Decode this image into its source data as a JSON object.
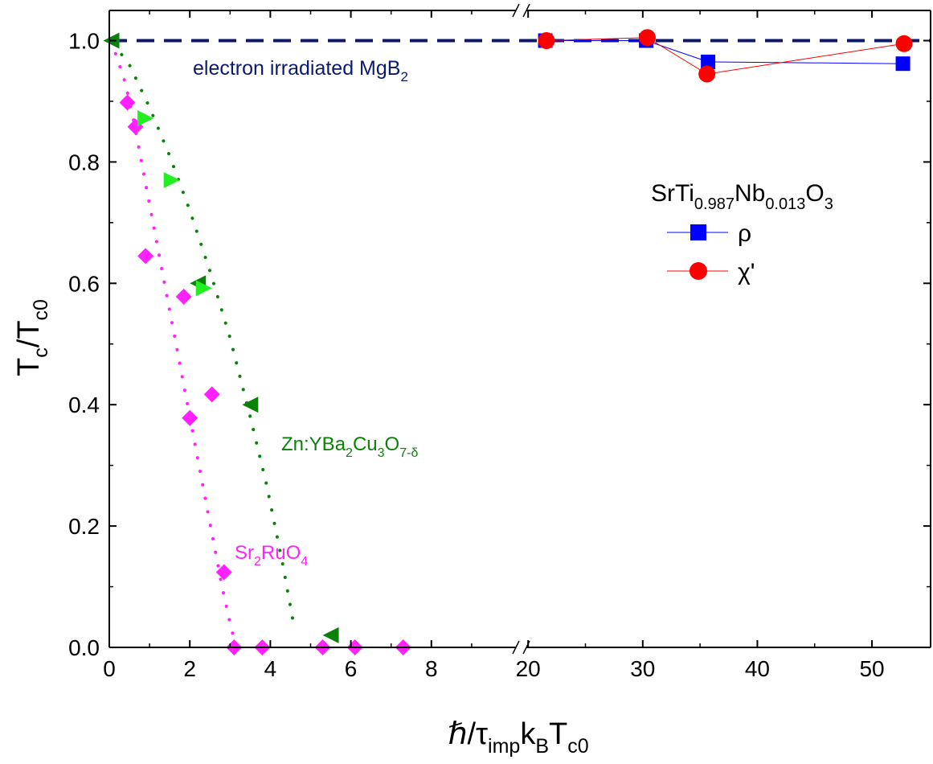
{
  "chart_data": {
    "type": "scatter",
    "xlabel_parts": [
      "ℏ/τ",
      "imp",
      "k",
      "B",
      "T",
      "c0"
    ],
    "ylabel_parts": [
      "T",
      "c",
      "/T",
      "c0"
    ],
    "ylim": [
      0,
      1.05
    ],
    "y_ticks": [
      "0.0",
      "0.2",
      "0.4",
      "0.6",
      "0.8",
      "1.0"
    ],
    "x_ticks_left": [
      "0",
      "2",
      "4",
      "6",
      "8"
    ],
    "x_ticks_right": [
      "20",
      "30",
      "40",
      "50"
    ],
    "xlim_left": [
      0,
      10
    ],
    "xlim_right": [
      19.5,
      55
    ],
    "axis_break": "between 10 and 19.5",
    "reference_line": {
      "y": 1.0,
      "style": "dashed",
      "color": "#0b1a6e"
    },
    "annotations": {
      "mgb2": [
        "electron irradiated MgB",
        "2"
      ],
      "ybco": [
        "Zn:YBa",
        "2",
        "Cu",
        "3",
        "O",
        "7-δ"
      ],
      "sro": [
        "Sr",
        "2",
        "RuO",
        "4"
      ]
    },
    "legend": {
      "title_parts": [
        "SrTi",
        "0.987",
        "Nb",
        "0.013",
        "O",
        "3"
      ],
      "entries": [
        "ρ",
        "χ'"
      ],
      "placement": "right"
    },
    "series": [
      {
        "name": "ρ",
        "color": "#0000ff",
        "marker": "square",
        "x": [
          21.5,
          30.3,
          35.7,
          52.7
        ],
        "y": [
          1.0,
          1.0,
          0.965,
          0.962
        ]
      },
      {
        "name": "χ'",
        "color": "#ff0000",
        "marker": "circle",
        "x": [
          21.6,
          30.4,
          35.6,
          52.8
        ],
        "y": [
          1.0,
          1.005,
          0.945,
          0.995
        ]
      },
      {
        "color": "#ff22ff",
        "marker": "diamond",
        "x": [
          0.45,
          0.65,
          0.9,
          1.85,
          2.0,
          2.55,
          2.85,
          3.1,
          3.8,
          5.3,
          6.1,
          7.3
        ],
        "y": [
          0.898,
          0.858,
          0.645,
          0.578,
          0.378,
          0.417,
          0.124,
          0.0,
          0.0,
          0.0,
          0.0,
          0.0
        ]
      },
      {
        "color": "#0a820a",
        "marker": "triangle-left",
        "x": [
          0.05,
          2.2,
          3.5,
          5.5
        ],
        "y": [
          1.0,
          0.6,
          0.4,
          0.02
        ]
      },
      {
        "color": "#22ee22",
        "marker": "triangle-right",
        "x": [
          0.9,
          1.55,
          2.35
        ],
        "y": [
          0.872,
          0.77,
          0.592
        ]
      }
    ],
    "guides": [
      {
        "color": "#ff22ff",
        "style": "dotted",
        "x": [
          0.05,
          0.2,
          0.4,
          0.6,
          0.8,
          1.0,
          1.2,
          1.4,
          1.6,
          1.8,
          2.0,
          2.2,
          2.4,
          2.6,
          2.8,
          3.0,
          3.15
        ],
        "y": [
          1.0,
          0.97,
          0.93,
          0.87,
          0.8,
          0.73,
          0.66,
          0.59,
          0.52,
          0.45,
          0.38,
          0.31,
          0.24,
          0.17,
          0.1,
          0.04,
          0.0
        ]
      },
      {
        "color": "#0a820a",
        "style": "dotted",
        "x": [
          0.1,
          0.5,
          1.0,
          1.5,
          2.0,
          2.5,
          3.0,
          3.5,
          3.9,
          4.3,
          4.6
        ],
        "y": [
          0.995,
          0.96,
          0.89,
          0.81,
          0.72,
          0.62,
          0.51,
          0.38,
          0.27,
          0.14,
          0.03
        ]
      }
    ]
  }
}
